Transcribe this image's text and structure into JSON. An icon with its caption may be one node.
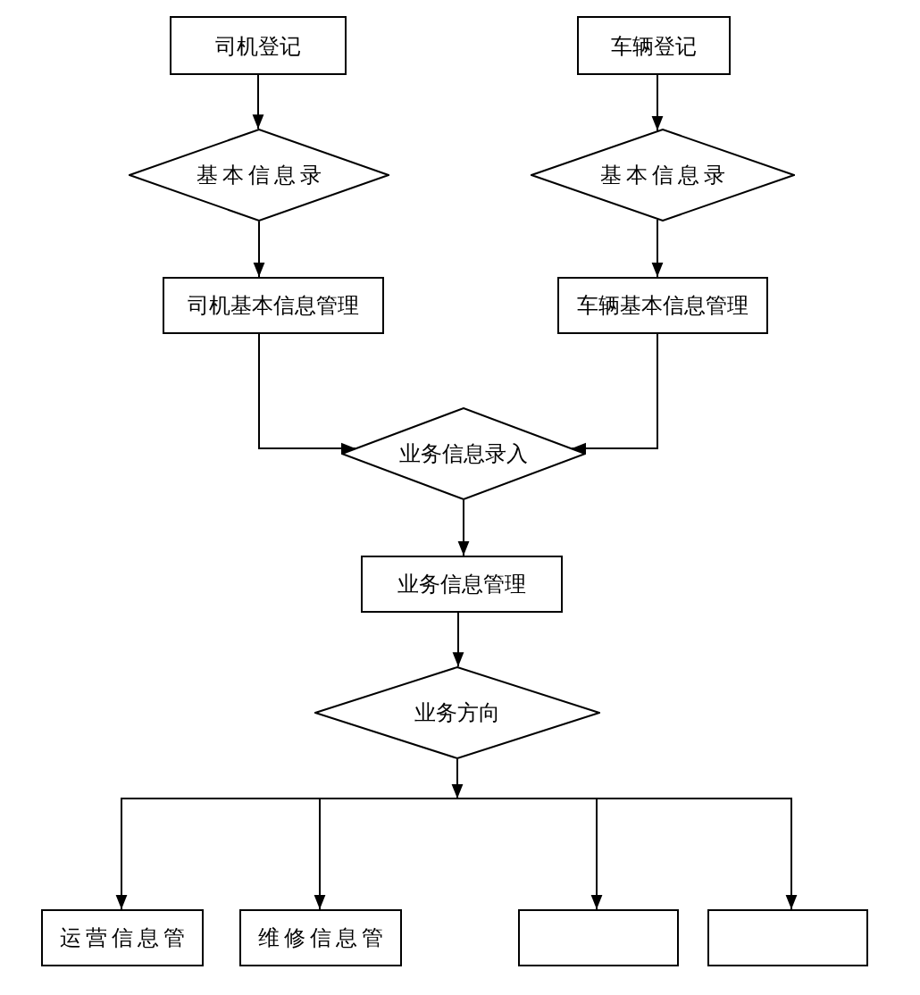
{
  "diagram": {
    "nodes": [
      {
        "text": [
          "司机登记"
        ]
      },
      {
        "text": [
          "车辆登记"
        ]
      },
      {
        "text": [
          "基本信息录"
        ]
      },
      {
        "text": [
          "基本信息录"
        ]
      },
      {
        "text": [
          "司机基本信息管理"
        ]
      },
      {
        "text": [
          "车辆基本信息管理"
        ]
      },
      {
        "text": [
          "业务信息录入"
        ]
      },
      {
        "text": [
          "业务信息管理"
        ]
      },
      {
        "text": [
          "业务方向"
        ]
      },
      {
        "text": [
          "运营信息管"
        ]
      },
      {
        "text": [
          "维修信息管"
        ]
      },
      {
        "text": [],
        "shape": "box"
      },
      {
        "text": [],
        "shape": "box"
      }
    ],
    "edges": [
      {
        "from": 0,
        "to": 2,
        "arrow": "to"
      },
      {
        "from": 1,
        "to": 3,
        "arrow": "to"
      },
      {
        "from": 2,
        "to": 4,
        "arrow": "to"
      },
      {
        "from": 3,
        "to": 5,
        "arrow": "to"
      },
      {
        "from": 4,
        "to": 6,
        "arrow": "to"
      },
      {
        "from": 5,
        "to": 6,
        "arrow": "to"
      },
      {
        "from": 6,
        "to": 7,
        "arrow": "to"
      },
      {
        "from": 7,
        "to": 8,
        "arrow": "to"
      },
      {
        "from": 8,
        "to": 9,
        "arrow": "to"
      },
      {
        "from": 8,
        "to": 10,
        "arrow": "to"
      },
      {
        "from": 8,
        "to": 11,
        "arrow": "to"
      },
      {
        "from": 8,
        "to": 12,
        "arrow": "to"
      }
    ]
  }
}
